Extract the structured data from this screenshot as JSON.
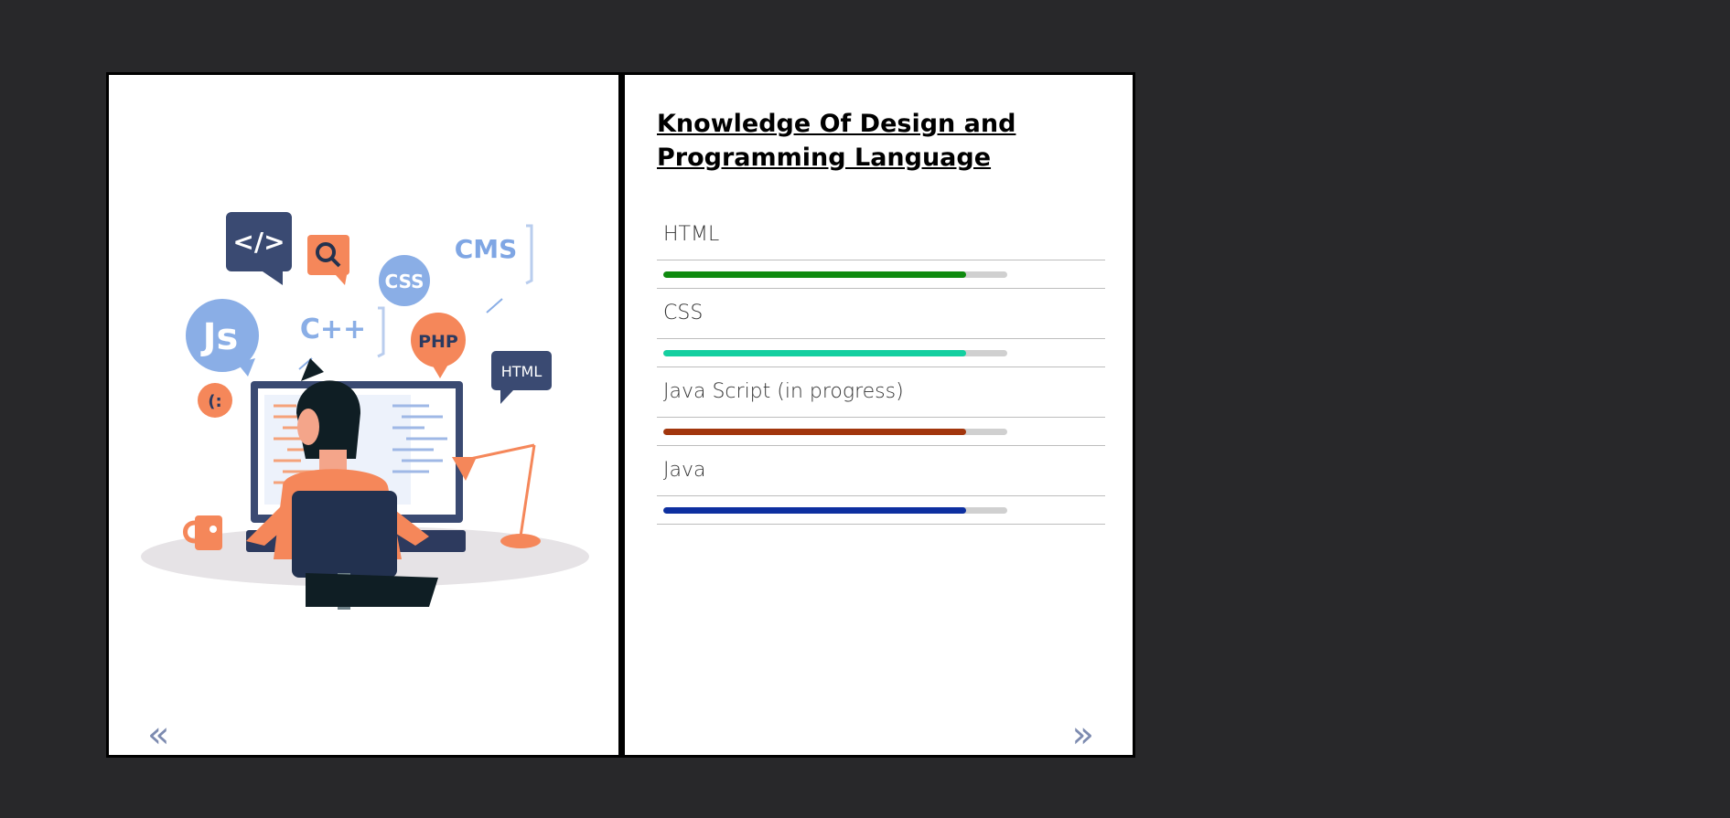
{
  "book": {
    "left_page": {
      "illustration": {
        "description_icons": [
          "code-bubble-icon",
          "magnifier-icon",
          "cms-bubble-icon",
          "css-bubble-icon",
          "js-bubble-icon",
          "cpp-bubble-icon",
          "php-bubble-icon",
          "html-bubble-icon",
          "smiley-bubble-icon"
        ],
        "labels": {
          "code": "</>",
          "cms": "CMS",
          "css": "CSS",
          "js": "Js",
          "cpp": "C++",
          "php": "PHP",
          "html": "HTML",
          "smiley": "(:"
        }
      },
      "prev_label": "«"
    },
    "right_page": {
      "heading": "Knowledge Of Design and Programming Language",
      "skills": [
        {
          "name": "HTML",
          "level": 0.88,
          "color": "#0f8a0f"
        },
        {
          "name": "CSS",
          "level": 0.88,
          "color": "#14cfa0"
        },
        {
          "name": "Java Script (in progress)",
          "level": 0.88,
          "color": "#a2360d"
        },
        {
          "name": "Java",
          "level": 0.88,
          "color": "#0d2fa0"
        }
      ],
      "next_label": "»"
    }
  }
}
